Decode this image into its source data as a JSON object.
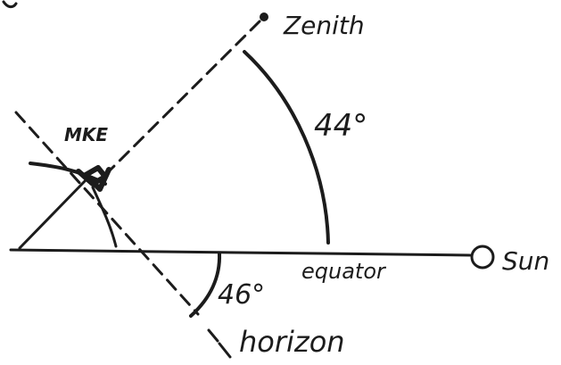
{
  "labels": {
    "zenith": "Zenith",
    "location": "MKE",
    "zenith_angle": "44°",
    "equator": "equator",
    "sun": "Sun",
    "horizon_angle": "46°",
    "horizon": "horizon"
  },
  "colors": {
    "ink": "#1c1c1c",
    "paper": "#ffffff"
  }
}
